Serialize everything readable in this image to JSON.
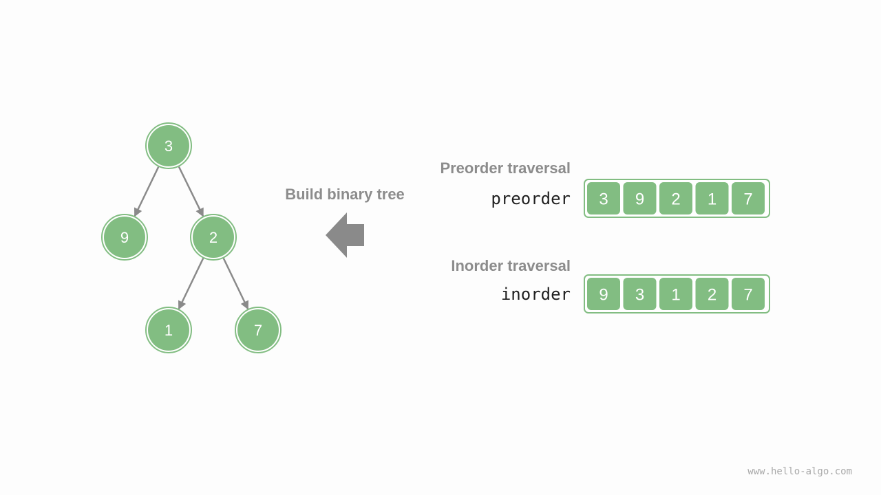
{
  "build_label": "Build binary tree",
  "tree": {
    "nodes": [
      {
        "id": "n3",
        "value": "3"
      },
      {
        "id": "n9",
        "value": "9"
      },
      {
        "id": "n2",
        "value": "2"
      },
      {
        "id": "n1",
        "value": "1"
      },
      {
        "id": "n7",
        "value": "7"
      }
    ],
    "edges": [
      [
        "n3",
        "n9"
      ],
      [
        "n3",
        "n2"
      ],
      [
        "n2",
        "n1"
      ],
      [
        "n2",
        "n7"
      ]
    ]
  },
  "preorder": {
    "title": "Preorder traversal",
    "label": "preorder",
    "values": [
      "3",
      "9",
      "2",
      "1",
      "7"
    ]
  },
  "inorder": {
    "title": "Inorder traversal",
    "label": "inorder",
    "values": [
      "9",
      "3",
      "1",
      "2",
      "7"
    ]
  },
  "colors": {
    "node_fill": "#82bd82",
    "edge": "#8a8a8a",
    "arrow": "#8a8a8a",
    "heading": "#8c8c8c"
  },
  "watermark": "www.hello-algo.com"
}
